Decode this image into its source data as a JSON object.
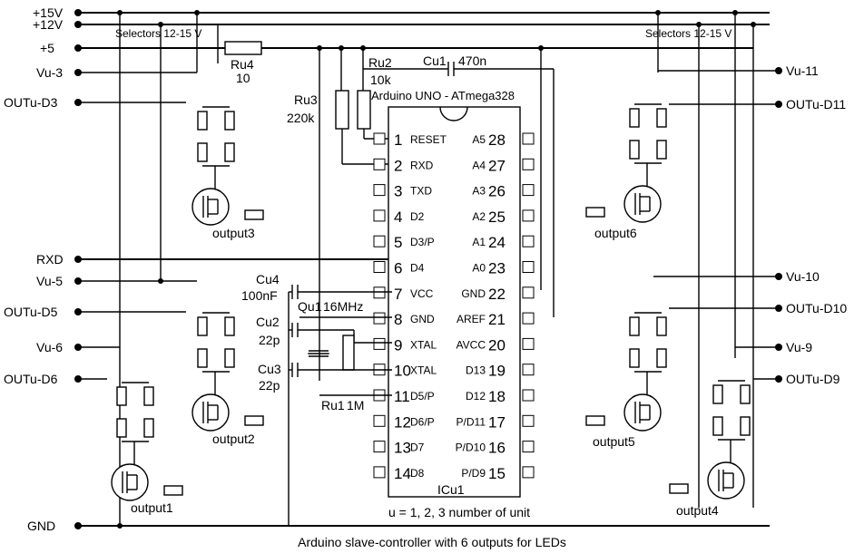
{
  "caption": "Arduino slave-controller with 6 outputs for LEDs",
  "rails": {
    "v15": "+15V",
    "v12": "+12V",
    "v5": "+5",
    "gnd": "GND",
    "rxd": "RXD"
  },
  "left_terminals": [
    {
      "label": "Vu-3"
    },
    {
      "label": "OUTu-D3"
    },
    {
      "label": "Vu-5"
    },
    {
      "label": "OUTu-D5"
    },
    {
      "label": "Vu-6"
    },
    {
      "label": "OUTu-D6"
    }
  ],
  "right_terminals": [
    {
      "label": "Vu-11"
    },
    {
      "label": "OUTu-D11"
    },
    {
      "label": "Vu-10"
    },
    {
      "label": "OUTu-D10"
    },
    {
      "label": "Vu-9"
    },
    {
      "label": "OUTu-D9"
    }
  ],
  "selectors_left": "Selectors 12-15 V",
  "selectors_right": "Selectors 12-15 V",
  "components": {
    "ru4": {
      "name": "Ru4",
      "value": "10"
    },
    "ru2": {
      "name": "Ru2",
      "value": "10k"
    },
    "ru3": {
      "name": "Ru3",
      "value": "220k"
    },
    "cu1": {
      "name": "Cu1",
      "value": "470n"
    },
    "cu4": {
      "name": "Cu4",
      "value": "100nF"
    },
    "qu1": {
      "name": "Qu1",
      "value": "16MHz"
    },
    "cu2": {
      "name": "Cu2",
      "value": "22p"
    },
    "cu3": {
      "name": "Cu3",
      "value": "22p"
    },
    "ru1": {
      "name": "Ru1",
      "value": "1M"
    }
  },
  "chip": {
    "title": "Arduino UNO - ATmega328",
    "ref": "ICu1",
    "left_pins": [
      {
        "num": "1",
        "name": "RESET"
      },
      {
        "num": "2",
        "name": "RXD"
      },
      {
        "num": "3",
        "name": "TXD"
      },
      {
        "num": "4",
        "name": "D2"
      },
      {
        "num": "5",
        "name": "D3/P"
      },
      {
        "num": "6",
        "name": "D4"
      },
      {
        "num": "7",
        "name": "VCC"
      },
      {
        "num": "8",
        "name": "GND"
      },
      {
        "num": "9",
        "name": "XTAL"
      },
      {
        "num": "10",
        "name": "XTAL"
      },
      {
        "num": "11",
        "name": "D5/P"
      },
      {
        "num": "12",
        "name": "D6/P"
      },
      {
        "num": "13",
        "name": "D7"
      },
      {
        "num": "14",
        "name": "D8"
      }
    ],
    "right_pins": [
      {
        "num": "28",
        "name": "A5"
      },
      {
        "num": "27",
        "name": "A4"
      },
      {
        "num": "26",
        "name": "A3"
      },
      {
        "num": "25",
        "name": "A2"
      },
      {
        "num": "24",
        "name": "A1"
      },
      {
        "num": "23",
        "name": "A0"
      },
      {
        "num": "22",
        "name": "GND"
      },
      {
        "num": "21",
        "name": "AREF"
      },
      {
        "num": "20",
        "name": "AVCC"
      },
      {
        "num": "19",
        "name": "D13"
      },
      {
        "num": "18",
        "name": "D12"
      },
      {
        "num": "17",
        "name": "P/D11"
      },
      {
        "num": "16",
        "name": "P/D10"
      },
      {
        "num": "15",
        "name": "P/D9"
      }
    ]
  },
  "outputs": [
    "output1",
    "output2",
    "output3",
    "output4",
    "output5",
    "output6"
  ],
  "note": "u = 1, 2, 3  number of unit"
}
